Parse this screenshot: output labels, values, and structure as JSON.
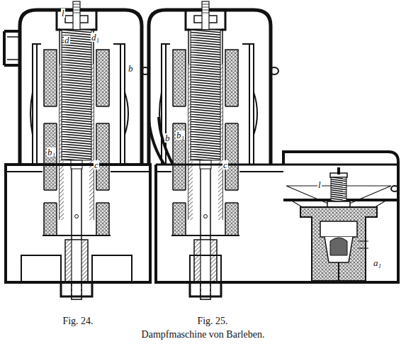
{
  "diagram": {
    "caption": "Dampfmaschine von Barleben.",
    "labels": [
      "l",
      "d",
      "d₁",
      "b",
      "b₁",
      "c",
      "Fig. 24.",
      "b",
      "b₁",
      "c",
      "l",
      "a₁",
      "Fig. 25."
    ]
  }
}
